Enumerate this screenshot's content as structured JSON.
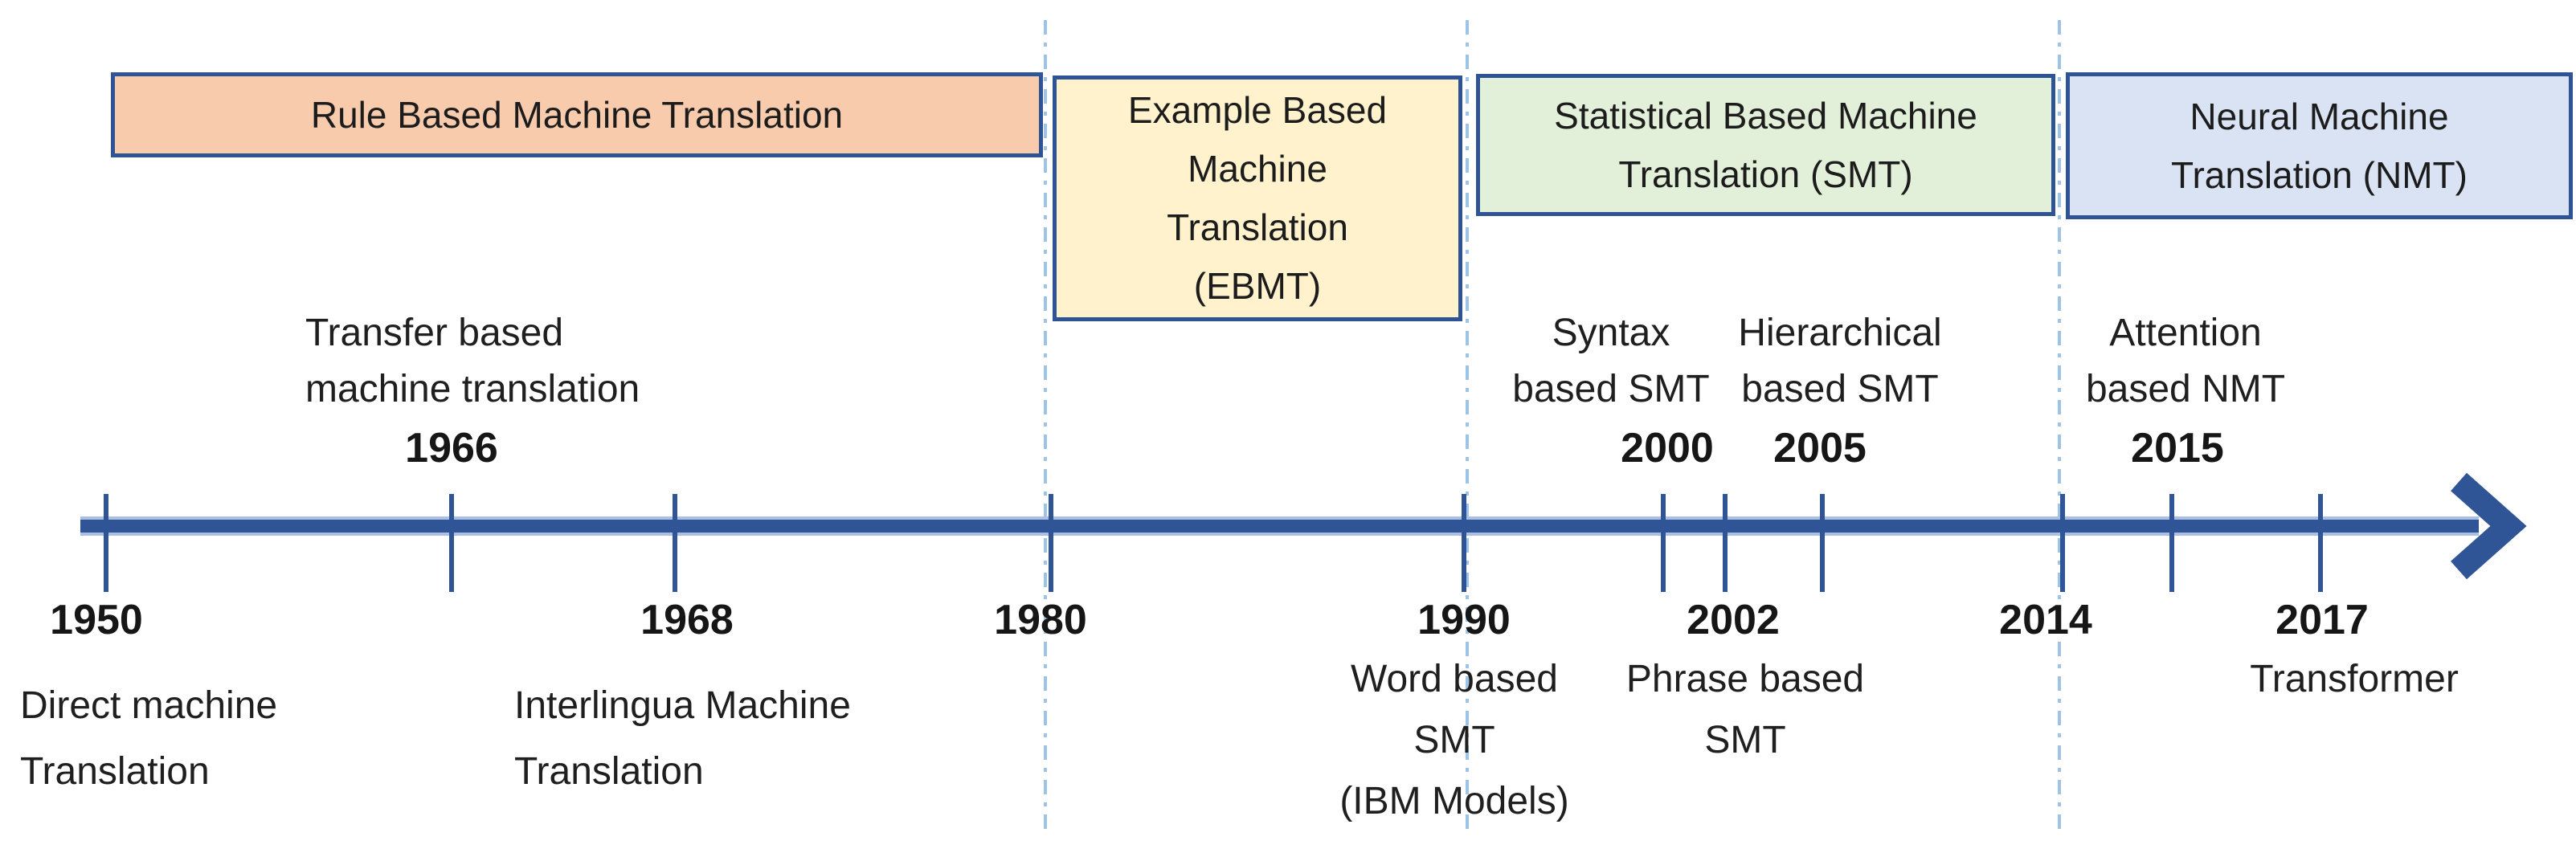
{
  "era_boxes": [
    {
      "name": "rule-based-mt",
      "lines": [
        "Rule Based Machine Translation"
      ],
      "fill": "#f8cbad",
      "border": "#2f5496"
    },
    {
      "name": "example-based-mt",
      "lines": [
        "Example Based",
        "Machine",
        "Translation",
        "(EBMT)"
      ],
      "fill": "#fff2cc",
      "border": "#2f5496"
    },
    {
      "name": "statistical-mt",
      "lines": [
        "Statistical Based Machine",
        "Translation (SMT)"
      ],
      "fill": "#e2efd9",
      "border": "#2f5496"
    },
    {
      "name": "neural-mt",
      "lines": [
        "Neural Machine",
        "Translation (NMT)"
      ],
      "fill": "#dae3f3",
      "border": "#2f5496"
    }
  ],
  "axis": {
    "line_color": "#2f5597",
    "halo_color": "#aabfe3",
    "divider_color": "#9dc3e6",
    "direction": "right-arrow"
  },
  "events": [
    {
      "year": "1950",
      "side": "below",
      "label_lines": [
        "Direct machine",
        "Translation"
      ]
    },
    {
      "year": "1966",
      "side": "above",
      "label_lines": [
        "Transfer based",
        "machine translation"
      ]
    },
    {
      "year": "1968",
      "side": "below",
      "label_lines": [
        "Interlingua Machine",
        "Translation"
      ]
    },
    {
      "year": "1980",
      "side": "below",
      "label_lines": []
    },
    {
      "year": "1990",
      "side": "below",
      "label_lines": [
        "Word based",
        "SMT",
        "(IBM Models)"
      ]
    },
    {
      "year": "2000",
      "side": "above",
      "label_lines": [
        "Syntax",
        "based SMT"
      ]
    },
    {
      "year": "2002",
      "side": "below",
      "label_lines": [
        "Phrase based",
        "SMT"
      ]
    },
    {
      "year": "2005",
      "side": "above",
      "label_lines": [
        "Hierarchical",
        "based SMT"
      ]
    },
    {
      "year": "2014",
      "side": "below",
      "label_lines": []
    },
    {
      "year": "2015",
      "side": "above",
      "label_lines": [
        "Attention",
        "based NMT"
      ]
    },
    {
      "year": "2017",
      "side": "below",
      "label_lines": [
        "Transformer"
      ]
    }
  ]
}
